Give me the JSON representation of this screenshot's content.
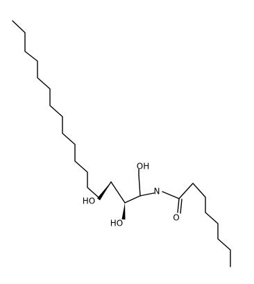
{
  "structure": {
    "labels": {
      "oh_top": "OH",
      "n": "N",
      "ho_left": "HO",
      "ho_bottom": "HO",
      "o_amide": "O"
    }
  },
  "colors": {
    "bond": "#000000",
    "label": "#000000",
    "background": "#ffffff"
  }
}
